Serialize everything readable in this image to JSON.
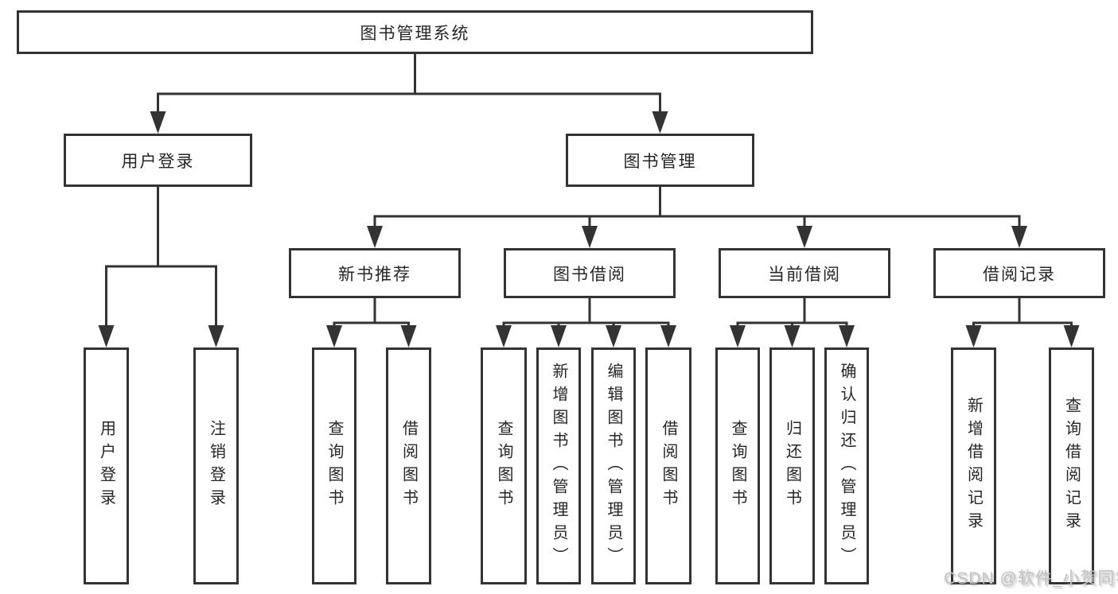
{
  "diagram": {
    "root": {
      "label": "图书管理系统"
    },
    "branches": [
      {
        "label": "用户登录",
        "children": [
          {
            "label": "用户登录"
          },
          {
            "label": "注销登录"
          }
        ]
      },
      {
        "label": "图书管理",
        "groups": [
          {
            "label": "新书推荐",
            "children": [
              {
                "label": "查询图书"
              },
              {
                "label": "借阅图书"
              }
            ]
          },
          {
            "label": "图书借阅",
            "children": [
              {
                "label": "查询图书"
              },
              {
                "label": "新增图书（管理员）"
              },
              {
                "label": "编辑图书（管理员）"
              },
              {
                "label": "借阅图书"
              }
            ]
          },
          {
            "label": "当前借阅",
            "children": [
              {
                "label": "查询图书"
              },
              {
                "label": "归还图书"
              },
              {
                "label": "确认归还（管理员）"
              }
            ]
          },
          {
            "label": "借阅记录",
            "children": [
              {
                "label": "新增借阅记录"
              },
              {
                "label": "查询借阅记录"
              }
            ]
          }
        ]
      }
    ]
  },
  "watermark": {
    "text": "CSDN @软件_小贺同学"
  },
  "colors": {
    "line": "#333333",
    "box_border": "#333333",
    "text": "#262626",
    "background": "#ffffff",
    "watermark": "#c4c4c4"
  }
}
